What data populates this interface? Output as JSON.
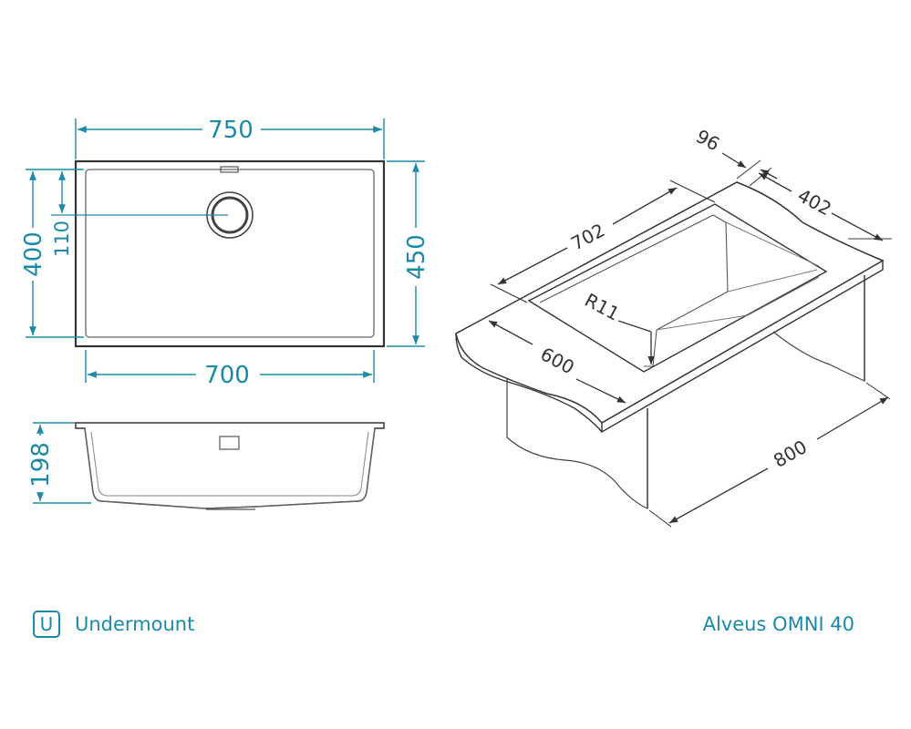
{
  "colors": {
    "accent": "#1a8aa8",
    "line": "#333333",
    "outline": "#555555"
  },
  "top_view": {
    "outer_width": "750",
    "inner_width": "700",
    "outer_depth": "450",
    "inner_depth": "400",
    "drain_offset": "110"
  },
  "side_view": {
    "depth": "198"
  },
  "iso_view": {
    "length": "702",
    "width": "402",
    "rim": "96",
    "radius": "R11",
    "cabinet_depth": "600",
    "cabinet_width": "800"
  },
  "footer": {
    "mount_icon": "undermount-icon",
    "mount_letter": "U",
    "mount_type": "Undermount",
    "model": "Alveus OMNI 40"
  }
}
